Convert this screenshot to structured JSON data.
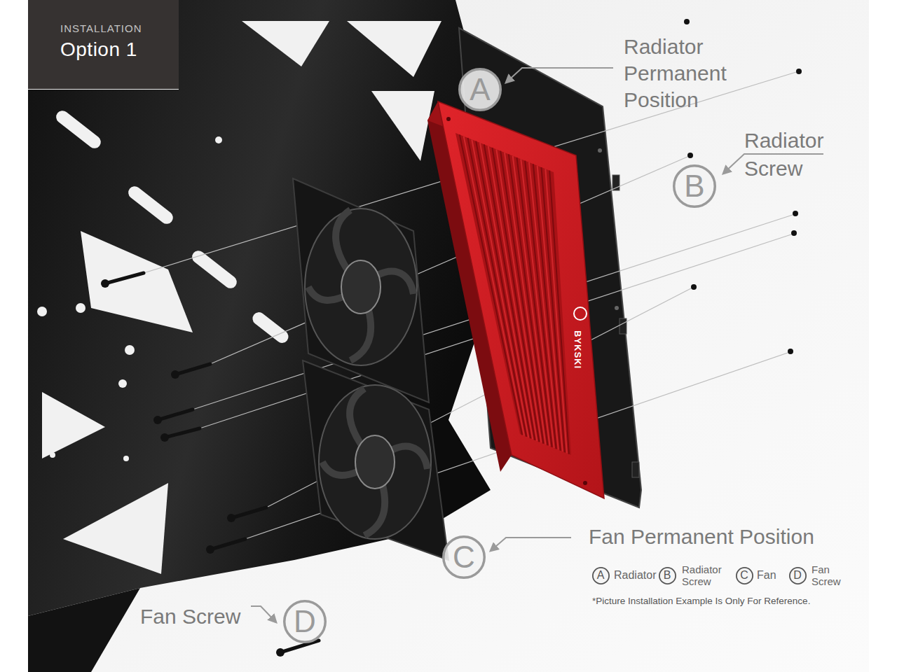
{
  "diagram": {
    "nodes": [
      {
        "text": [
          "INSTALLATION",
          "Option 1"
        ]
      },
      {
        "text": [
          "A"
        ]
      },
      {
        "text": [
          "B"
        ]
      },
      {
        "text": [
          "C"
        ]
      },
      {
        "text": [
          "D"
        ]
      },
      {
        "text": [
          "A"
        ]
      },
      {
        "text": [
          "B"
        ]
      },
      {
        "text": [
          "C"
        ]
      },
      {
        "text": [
          "D"
        ]
      }
    ],
    "labels": [
      "Radiator Permanent Position",
      "Radiator Screw",
      "Fan Permanent Position",
      "Fan Screw",
      "BYKSKI",
      "Radiator",
      "Radiator Screw",
      "Fan",
      "Fan Screw",
      "*Picture Installation Example Is Only For Reference."
    ]
  }
}
